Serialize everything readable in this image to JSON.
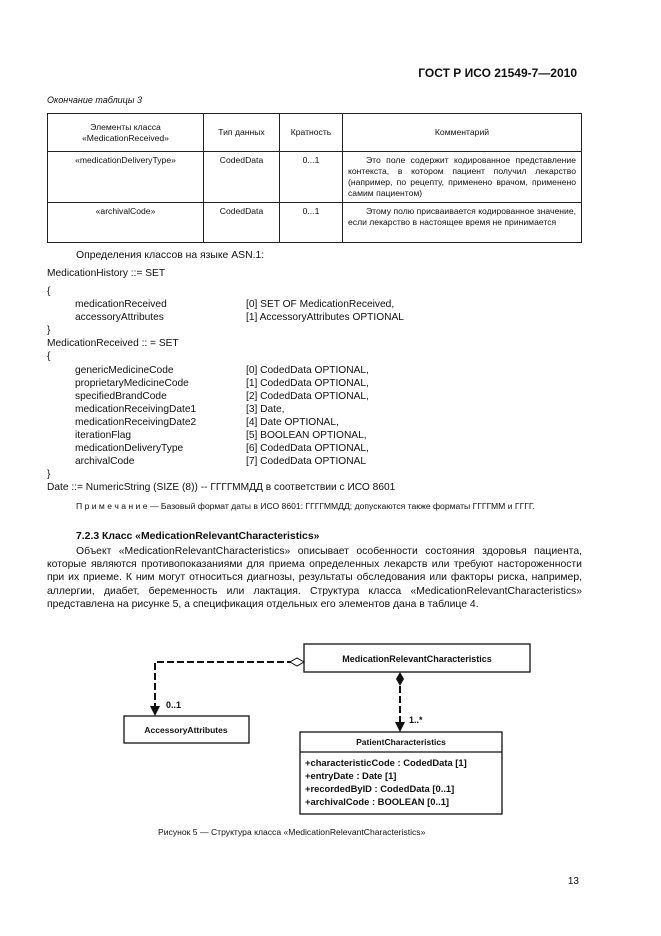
{
  "header": {
    "doc_id": "ГОСТ Р ИСО 21549-7—2010"
  },
  "table_caption": "Окончание таблицы 3",
  "table": {
    "headers": [
      "Элементы класса «MedicationReceived»",
      "Тип данных",
      "Кратность",
      "Комментарий"
    ],
    "rows": [
      {
        "element": "«medicationDeliveryType»",
        "type": "CodedData",
        "multiplicity": "0...1",
        "comment": "Это поле содержит кодированное представление контекста, в котором пациент получил лекарство (например, по рецепту, применено врачом, применено самим пациентом)"
      },
      {
        "element": "«archivalCode»",
        "type": "CodedData",
        "multiplicity": "0...1",
        "comment": "Этому полю присваивается кодированное значение, если лекарство в настоящее время не принимается"
      }
    ]
  },
  "asn_intro": "Определения классов на языке ASN.1:",
  "asn": {
    "mh_head": "MedicationHistory ::= SET",
    "open1": "{",
    "mh_fields": [
      {
        "name": "medicationReceived",
        "def": "[0] SET OF MedicationReceived,"
      },
      {
        "name": "accessoryAttributes",
        "def": "[1] AccessoryAttributes OPTIONAL"
      }
    ],
    "close1": "}",
    "mr_head": "MedicationReceived :: = SET",
    "open2": "{",
    "mr_fields": [
      {
        "name": "genericMedicineCode",
        "def": "[0] CodedData OPTIONAL,"
      },
      {
        "name": "proprietaryMedicineCode",
        "def": "[1] CodedData OPTIONAL,"
      },
      {
        "name": "specifiedBrandCode",
        "def": "[2] CodedData OPTIONAL,"
      },
      {
        "name": "medicationReceivingDate1",
        "def": "[3] Date,"
      },
      {
        "name": "medicationReceivingDate2",
        "def": "[4] Date OPTIONAL,"
      },
      {
        "name": "iterationFlag",
        "def": "[5] BOOLEAN OPTIONAL,"
      },
      {
        "name": "medicationDeliveryType",
        "def": "[6] CodedData OPTIONAL,"
      },
      {
        "name": "archivalCode",
        "def": "[7] CodedData OPTIONAL"
      }
    ],
    "close2": "}",
    "date_def": "Date ::= NumericString (SIZE (8)) -- ГГГГММДД в соответствии с ИСО 8601"
  },
  "note": "П р и м е ч а н и е — Базовый формат даты в ИСО 8601: ГГГГММДД; допускаются также форматы ГГГГММ и ГГГГ.",
  "section": {
    "heading": "7.2.3 Класс «MedicationRelevantCharacteristics»",
    "body": "Объект «MedicationRelevantCharacteristics» описывает особенности состояния здоровья пациента, которые являются противопоказаниями для приема определенных лекарств или требуют настороженности при их приеме. К ним могут относиться диагнозы, результаты обследования или факторы риска, например, аллергии, диабет, беременность или лактация. Структура класса «MedicationRelevantCharacteristics» представлена на рисунке 5, а спецификация отдельных его элементов дана в таблице 4."
  },
  "diagram": {
    "main_class": "MedicationRelevantCharacteristics",
    "left_class": "AccessoryAttributes",
    "left_mult": "0..1",
    "bottom_class": "PatientCharacteristics",
    "bottom_mult": "1..*",
    "attributes": [
      "+characteristicCode : CodedData [1]",
      "+entryDate : Date [1]",
      "+recordedByID : CodedData [0..1]",
      "+archivalCode : BOOLEAN [0..1]"
    ]
  },
  "figure_caption": "Рисунок 5 — Структура класса «MedicationRelevantCharacteristics»",
  "page_number": "13"
}
